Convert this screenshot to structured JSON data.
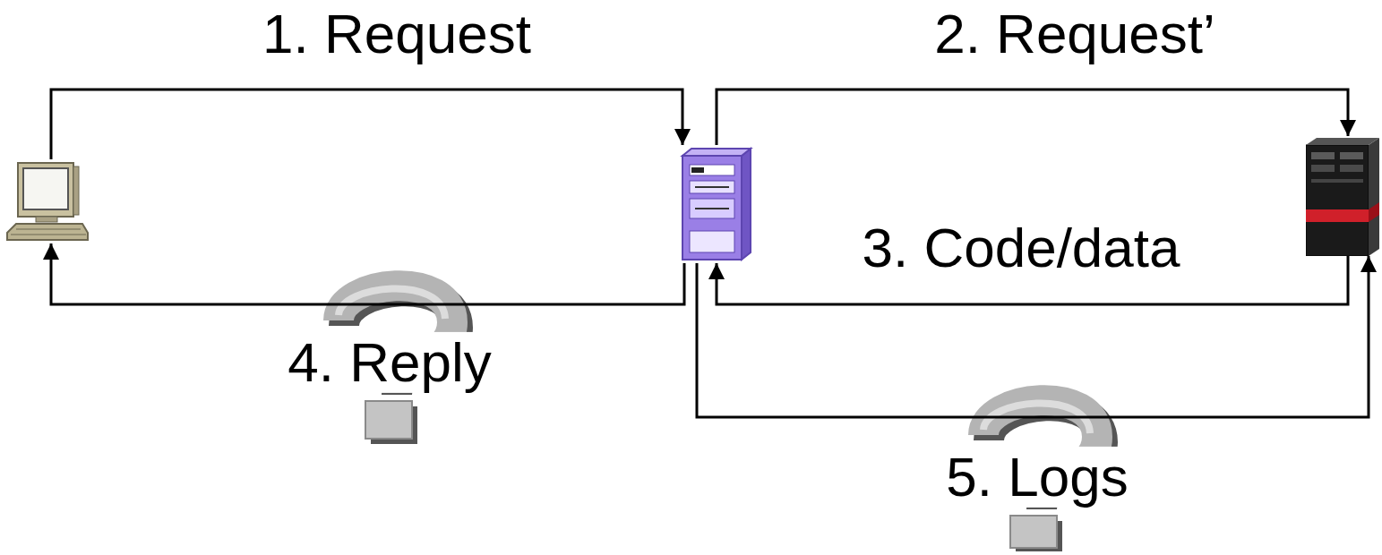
{
  "diagram": {
    "nodes": [
      {
        "text": []
      },
      {
        "text": []
      },
      {
        "text": []
      }
    ],
    "edges": [
      {
        "from": 0,
        "to": 1,
        "arrow": "to",
        "label": "1. Request"
      },
      {
        "from": 1,
        "to": 2,
        "arrow": "to",
        "label": "2. Request’"
      },
      {
        "from": 2,
        "to": 1,
        "arrow": "to",
        "label": "3. Code/data"
      },
      {
        "from": 1,
        "to": 0,
        "arrow": "to",
        "label": "4. Reply"
      },
      {
        "from": 1,
        "to": 2,
        "arrow": "to",
        "label": "5. Logs"
      }
    ]
  }
}
